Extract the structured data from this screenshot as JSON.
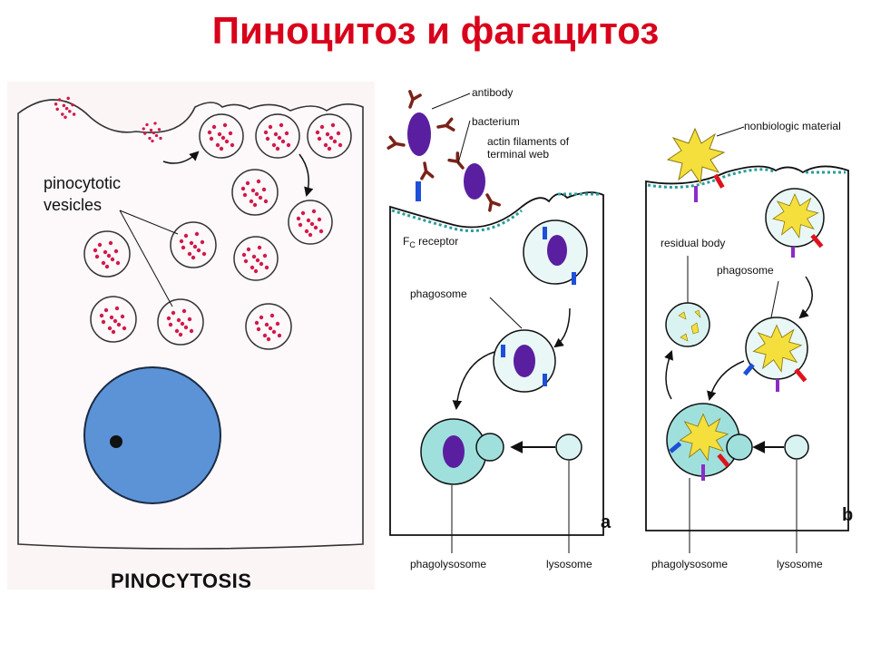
{
  "title": "Пиноцитоз и фагацитоз",
  "colors": {
    "title": "#d9001b",
    "vesicle_dot": "#d11a4b",
    "nucleus": "#5b93d6",
    "cell_fill": "#fbf5f6",
    "bacterium": "#5a1fa0",
    "antibody": "#7a2218",
    "receptor": "#1d4fd8",
    "actin": "#2a9d9a",
    "phagosome_fill": "#d9f3f2",
    "star_material": "#f5df3c",
    "red_bar": "#e0121c",
    "purple_bar": "#8b2cc9"
  },
  "pinocytosis": {
    "caption": "PINOCYTOSIS",
    "label_vesicles_line1": "pinocytotic",
    "label_vesicles_line2": "vesicles"
  },
  "phagocytosis_a": {
    "panel_letter": "a",
    "label_antibody": "antibody",
    "label_bacterium": "bacterium",
    "label_actin_line1": "actin filaments of",
    "label_actin_line2": "terminal web",
    "label_fc_receptor_F": "F",
    "label_fc_receptor_sub": "C",
    "label_fc_receptor_rest": " receptor",
    "label_phagosome": "phagosome",
    "label_phagolysosome": "phagolysosome",
    "label_lysosome": "lysosome"
  },
  "phagocytosis_b": {
    "panel_letter": "b",
    "label_nonbiologic": "nonbiologic material",
    "label_residual_body": "residual body",
    "label_phagosome": "phagosome",
    "label_phagolysosome": "phagolysosome",
    "label_lysosome": "lysosome"
  }
}
